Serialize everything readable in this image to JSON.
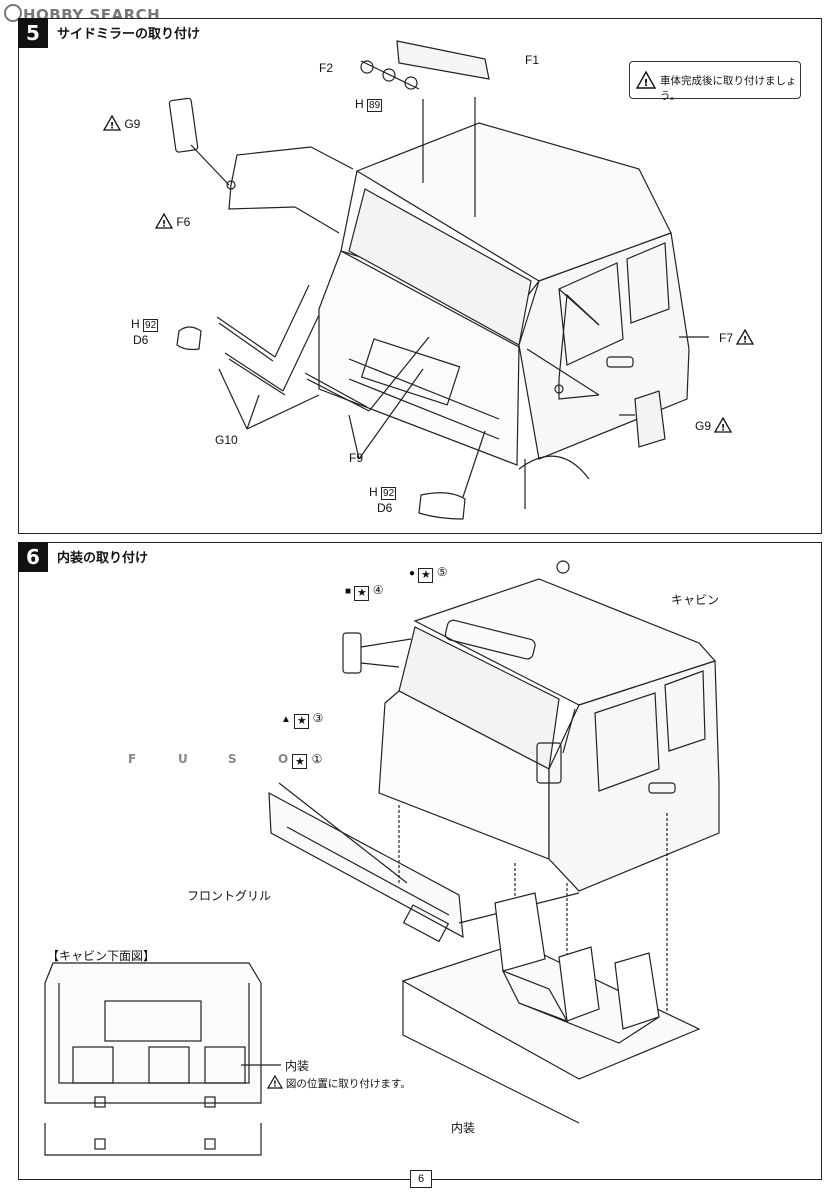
{
  "watermark": "HOBBY SEARCH",
  "step5": {
    "number": "5",
    "title": "サイドミラーの取り付け",
    "note": "車体完成後に取り付けましょう。",
    "labels": {
      "f1": "F1",
      "f2": "F2",
      "h89": "H",
      "h89_num": "89",
      "g9_left": "G9",
      "f6": "F6",
      "f7": "F7",
      "h92_left": "H",
      "h92_left_num": "92",
      "d6_left": "D6",
      "g10": "G10",
      "f9": "F9",
      "g9_right": "G9",
      "h92_bottom": "H",
      "h92_bottom_num": "92",
      "d6_bottom": "D6"
    }
  },
  "step6": {
    "number": "6",
    "title": "内装の取り付け",
    "labels": {
      "sticker5_num": "⑤",
      "sticker4_num": "④",
      "sticker3_num": "③",
      "sticker1_num": "①",
      "cabin": "キャビン",
      "fuso": [
        "F",
        "U",
        "S",
        "O"
      ],
      "front_grille": "フロントグリル",
      "underside_title": "【キャビン下面図】",
      "interior_small": "内装",
      "interior_note": "図の位置に取り付けます。",
      "interior_bottom": "内装"
    }
  },
  "page_number": "6"
}
